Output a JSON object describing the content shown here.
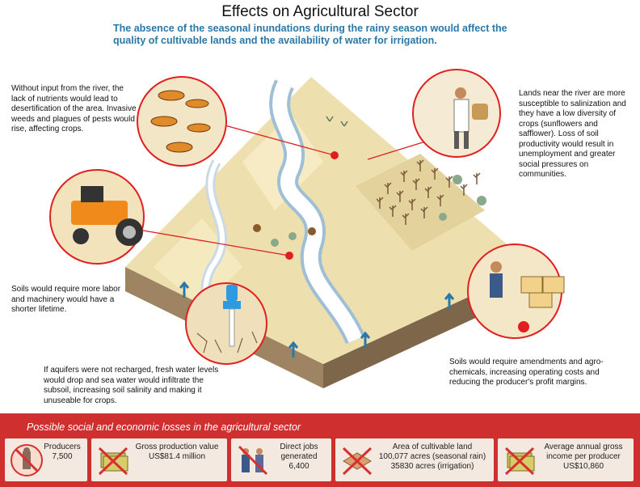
{
  "header": {
    "title": "Effects on Agricultural Sector",
    "subtitle": "The absence of the seasonal inundations during the rainy season would affect the quality of cultivable lands and the availability of water for irrigation."
  },
  "notes": {
    "pests": "Without input from the river, the lack of nutrients would lead to desertification of the area. Invasive weeds and plagues of pests would rise, affecting crops.",
    "salinization": "Lands near the river are more susceptible to salinization and they have a low diversity of crops (sunflowers and safflower). Loss of soil productivity would result in unemployment and greater social pressures on communities.",
    "machinery": "Soils would require more labor and machinery would have a shorter lifetime.",
    "aquifers": "If aquifers were not recharged, fresh water levels would drop and sea water would infiltrate the subsoil, increasing soil salinity and making it unuseable for crops.",
    "chemicals": "Soils would require amendments and agro-chemicals, increasing operating costs and reducing the producer's profit margins."
  },
  "losses": {
    "title": "Possible social and economic losses in the agricultural sector",
    "items": [
      {
        "icon": "farmer-crossed-icon",
        "lines": [
          "Producers",
          "7,500"
        ]
      },
      {
        "icon": "money-crossed-icon",
        "lines": [
          "Gross production value",
          "US$81.4 million"
        ]
      },
      {
        "icon": "workers-crossed-icon",
        "lines": [
          "Direct jobs",
          "generated",
          "6,400"
        ]
      },
      {
        "icon": "land-crossed-icon",
        "lines": [
          "Area of cultivable land",
          "100,077 acres (seasonal rain)",
          "35830 acres (irrigation)"
        ]
      },
      {
        "icon": "income-crossed-icon",
        "lines": [
          "Average annual gross",
          "income per producer",
          "US$10,860"
        ]
      }
    ]
  },
  "colors": {
    "banner": "#cf2f2e",
    "card": "#f3e9e0",
    "subtitle": "#2a78a8",
    "river": "#ffffff",
    "soil": "#eedfae",
    "earth_side": "#a08866",
    "marker": "#e02020"
  }
}
